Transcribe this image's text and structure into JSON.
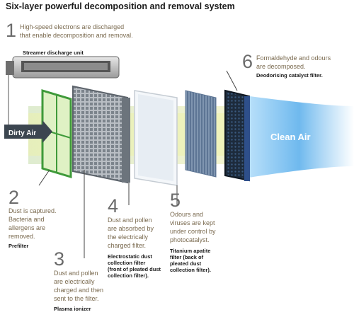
{
  "title": "Six-layer powerful decomposition and removal system",
  "arrow_in": "Dirty Air",
  "arrow_out": "Clean Air",
  "steps": [
    {
      "number": "1",
      "text_lines": [
        "High-speed electrons are discharged",
        "that enable decomposition and removal."
      ],
      "label_lines": [
        "Streamer discharge unit"
      ]
    },
    {
      "number": "2",
      "text_lines": [
        "Dust is captured.",
        "Bacteria and",
        "allergens are",
        "removed."
      ],
      "label_lines": [
        "Prefilter"
      ]
    },
    {
      "number": "3",
      "text_lines": [
        "Dust and pollen",
        "are electrically",
        "charged and then",
        "sent to the filter."
      ],
      "label_lines": [
        "Plasma ionizer"
      ]
    },
    {
      "number": "4",
      "text_lines": [
        "Dust and pollen",
        "are absorbed by",
        "the electrically",
        "charged filter."
      ],
      "label_lines": [
        "Electrostatic dust",
        "collection filter",
        "(front of pleated dust",
        "collection filter)."
      ]
    },
    {
      "number": "5",
      "text_lines": [
        "Odours and",
        "viruses are kept",
        "under control by",
        "photocatalyst."
      ],
      "label_lines": [
        "Titanium apatite",
        "filter (back of",
        "pleated dust",
        "collection filter)."
      ]
    },
    {
      "number": "6",
      "text_lines": [
        "Formaldehyde and odours",
        "are decomposed."
      ],
      "label_lines": [
        "Deodorising catalyst filter."
      ]
    }
  ],
  "colors": {
    "clean_air": "#4da3e3",
    "dirty_air": "#3c4650",
    "prefilter": "#3f9a3a",
    "flow": "#e6efb0"
  }
}
